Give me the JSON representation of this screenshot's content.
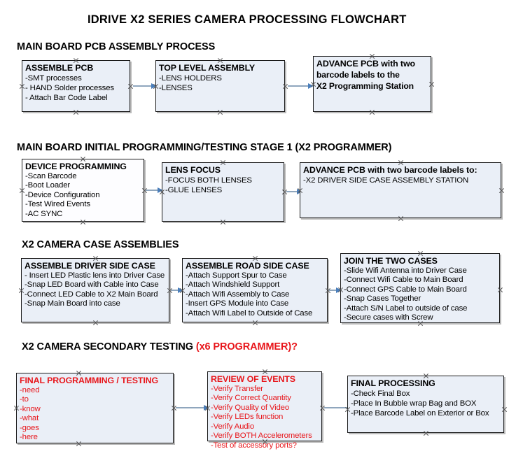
{
  "document": {
    "title": "IDRIVE X2  SERIES CAMERA PROCESSING FLOWCHART"
  },
  "sections": [
    {
      "id": "main-board-pcb-assembly",
      "heading": "MAIN BOARD PCB ASSEMBLY PROCESS",
      "heading_accent": "",
      "nodes": [
        {
          "id": "assemble-pcb",
          "title": "ASSEMBLE PCB",
          "lines": [
            "-SMT processes",
            "- HAND Solder processes",
            "- Attach Bar Code Label"
          ]
        },
        {
          "id": "top-level-assembly",
          "title": "TOP LEVEL ASSEMBLY",
          "lines": [
            "-LENS HOLDERS",
            "-LENSES"
          ]
        },
        {
          "id": "advance-pcb-programming-station",
          "title": "ADVANCE PCB with two",
          "lines": [
            "barcode labels to the",
            " X2 Programming Station"
          ]
        }
      ]
    },
    {
      "id": "main-board-initial-programming",
      "heading": "MAIN BOARD INITIAL PROGRAMMING/TESTING STAGE 1 (X2 PROGRAMMER)",
      "heading_accent": "",
      "nodes": [
        {
          "id": "device-programming",
          "title": "DEVICE PROGRAMMING",
          "lines": [
            "-Scan Barcode",
            "-Boot Loader",
            "-Device Configuration",
            "-Test Wired Events",
            "-AC SYNC"
          ]
        },
        {
          "id": "lens-focus",
          "title": "LENS FOCUS",
          "lines": [
            "-FOCUS BOTH LENSES",
            "-GLUE LENSES"
          ]
        },
        {
          "id": "advance-pcb-driver-side-case",
          "title": "ADVANCE PCB with two barcode labels to:",
          "lines": [
            "-X2 DRIVER  SIDE  CASE  ASSEMBLY STATION"
          ]
        }
      ]
    },
    {
      "id": "x2-camera-case-assemblies",
      "heading": "X2 CAMERA CASE ASSEMBLIES",
      "heading_accent": "",
      "nodes": [
        {
          "id": "assemble-driver-side-case",
          "title": "ASSEMBLE DRIVER SIDE CASE",
          "lines": [
            "- Insert LED Plastic lens into Driver Case",
            "-Snap LED Board with Cable into Case",
            "-Connect LED Cable to X2 Main Board",
            "-Snap Main Board into case"
          ]
        },
        {
          "id": "assemble-road-side-case",
          "title": "ASSEMBLE ROAD SIDE CASE",
          "lines": [
            "-Attach Support Spur to Case",
            "-Attach Windshield Support",
            "-Attach Wifi Assembly to Case",
            "-Insert GPS Module into Case",
            "-Attach Wifi Label to Outside of Case"
          ]
        },
        {
          "id": "join-the-two-cases",
          "title": "JOIN THE TWO CASES",
          "lines": [
            "-Slide Wifi Antenna into Driver Case",
            "-Connect Wifi Cable to Main Board",
            "-Connect GPS Cable to Main Board",
            "-Snap Cases Together",
            "-Attach S/N Label to outside of case",
            "-Secure cases with Screw"
          ]
        }
      ]
    },
    {
      "id": "x2-camera-secondary-testing",
      "heading": "X2 CAMERA SECONDARY TESTING ",
      "heading_accent": "(x6 PROGRAMMER)?",
      "nodes": [
        {
          "id": "final-programming-testing",
          "title": "FINAL PROGRAMMING / TESTING",
          "lines": [
            "-need",
            "-to",
            "-know",
            "-what",
            "-goes",
            "-here"
          ]
        },
        {
          "id": "review-of-events",
          "title": "REVIEW OF EVENTS",
          "lines": [
            "-Verify Transfer",
            "-Verify Correct Quantity",
            "-Verify Quality of Video",
            "-Verify LEDs function",
            "-Verify Audio",
            "-Verify BOTH Accelerometers",
            "-Test of accessory ports?"
          ]
        },
        {
          "id": "final-processing",
          "title": "FINAL PROCESSING",
          "lines": [
            " -Check Final Box",
            "-Place In Bubble wrap Bag and BOX",
            "-Place Barcode Label on Exterior or Box"
          ]
        }
      ]
    }
  ],
  "colors": {
    "node_fill": "#eaeff7",
    "node_border": "#1a1a1a",
    "accent_red": "#e8161b",
    "arrow_line": "#8fa6bd",
    "arrow_head": "#4a7ebb",
    "text": "#000000"
  }
}
